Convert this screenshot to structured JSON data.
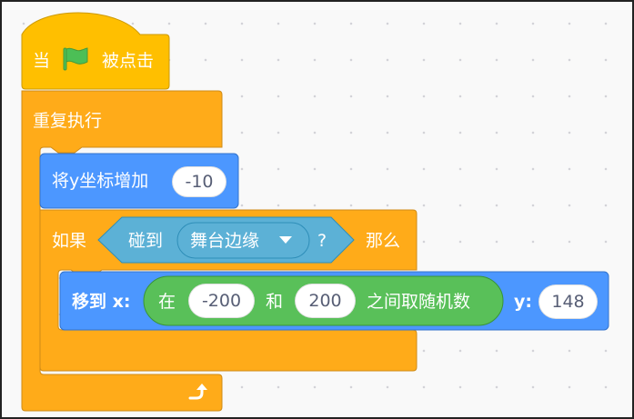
{
  "hat_block": {
    "when_label": "当",
    "flag_icon": "green-flag-icon",
    "clicked_label": "被点击"
  },
  "forever_block": {
    "label": "重复执行",
    "loop_arrow_icon": "loop-arrow-icon"
  },
  "change_y_block": {
    "label": "将y坐标增加",
    "value": "-10"
  },
  "if_block": {
    "if_label": "如果",
    "then_label": "那么"
  },
  "touching_block": {
    "label": "碰到",
    "dropdown_value": "舞台边缘",
    "question": "?"
  },
  "goto_block": {
    "label": "移到 x:",
    "y_label": "y:",
    "y_value": "148"
  },
  "random_block": {
    "in_label": "在",
    "from_value": "-200",
    "and_label": "和",
    "to_value": "200",
    "between_label": "之间取随机数"
  },
  "colors": {
    "events": "#ffbf00",
    "control": "#ffab19",
    "motion": "#4c97ff",
    "sensing": "#5cb1d6",
    "operators": "#59c059"
  }
}
